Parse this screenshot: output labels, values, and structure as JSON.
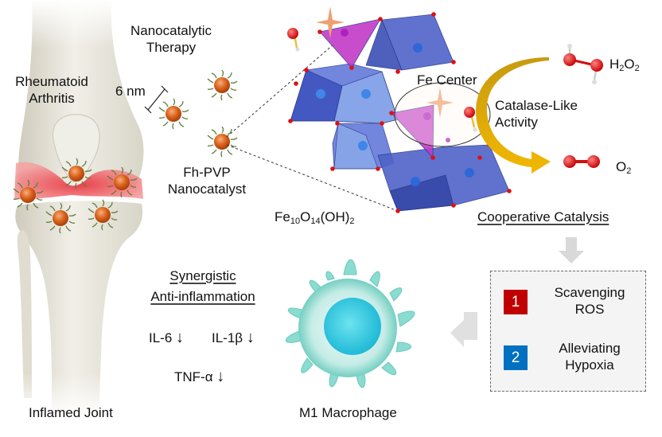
{
  "title_labels": {
    "nanocatalytic_therapy": [
      "Nanocatalytic",
      "Therapy"
    ],
    "rheumatoid_arthritis": [
      "Rheumatoid",
      "Arthritis"
    ],
    "scale_bar": "6 nm",
    "nanocatalyst": [
      "Fh-PVP",
      "Nanocatalyst"
    ],
    "formula": {
      "fe": "Fe",
      "fe_sub": "10",
      "o": "O",
      "o_sub": "14",
      "oh": "(OH)",
      "oh_sub": "2"
    },
    "fe_center": "Fe Center",
    "catalase_activity": [
      "Catalase-Like",
      "Activity"
    ],
    "h2o2": {
      "h": "H",
      "h_sub": "2",
      "o": "O",
      "o_sub": "2"
    },
    "o2": {
      "o": "O",
      "o_sub": "2"
    },
    "cooperative_catalysis": "Cooperative Catalysis",
    "inflamed_joint": "Inflamed Joint",
    "m1_macrophage": "M1 Macrophage",
    "synergistic": [
      "Synergistic",
      "Anti-inflammation"
    ]
  },
  "cytokines": [
    {
      "name": "IL-6",
      "trend": "down"
    },
    {
      "name": "IL-1β",
      "trend": "down"
    },
    {
      "name": "TNF-α",
      "trend": "down"
    }
  ],
  "down_arrow_glyph": "↓",
  "effects": [
    {
      "number": "1",
      "label": [
        "Scavenging",
        "ROS"
      ],
      "color": "#c00000"
    },
    {
      "number": "2",
      "label": [
        "Alleviating",
        "Hypoxia"
      ],
      "color": "#0070c0"
    }
  ],
  "colors": {
    "bone": "#e8e6dc",
    "inflammation": "#e04040",
    "nanoparticle": "#d2691e",
    "ligand": "#5a7a3a",
    "octahedron": "#4a5fc8",
    "tetrahedron": "#c040c8",
    "oxygen": "#e01010",
    "catalase_arrow": "#e8b000",
    "macrophage": "#7fd8cc",
    "nucleus": "#30c8e0",
    "flow_arrow": "#d8d8d8"
  }
}
